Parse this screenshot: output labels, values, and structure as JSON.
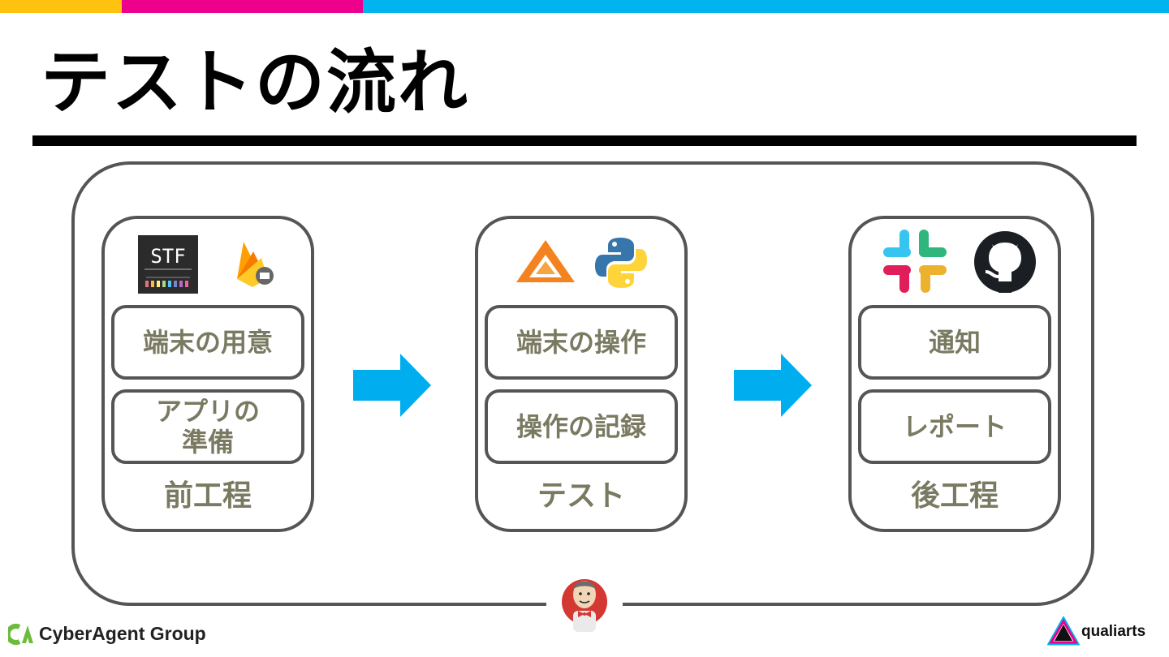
{
  "colors": {
    "bar_yellow": "#FFC20E",
    "bar_magenta": "#EC008C",
    "bar_cyan": "#00B4F0",
    "arrow": "#00AEEF",
    "border": "#555555",
    "step_text": "#7A7A62"
  },
  "title": "テストの流れ",
  "stages": [
    {
      "label": "前工程",
      "icons": [
        "stf-icon",
        "firebase-test-lab-icon"
      ],
      "stf_text": "STF",
      "steps": [
        "端末の用意",
        "アプリの\n準備"
      ]
    },
    {
      "label": "テスト",
      "icons": [
        "airtest-icon",
        "python-icon"
      ],
      "steps": [
        "端末の操作",
        "操作の記録"
      ]
    },
    {
      "label": "後工程",
      "icons": [
        "slack-icon",
        "github-icon"
      ],
      "steps": [
        "通知",
        "レポート"
      ]
    }
  ],
  "orchestrator_icon": "jenkins-icon",
  "footer": {
    "left_logo_text": "CyberAgent Group",
    "right_logo_text": "qualiarts"
  }
}
